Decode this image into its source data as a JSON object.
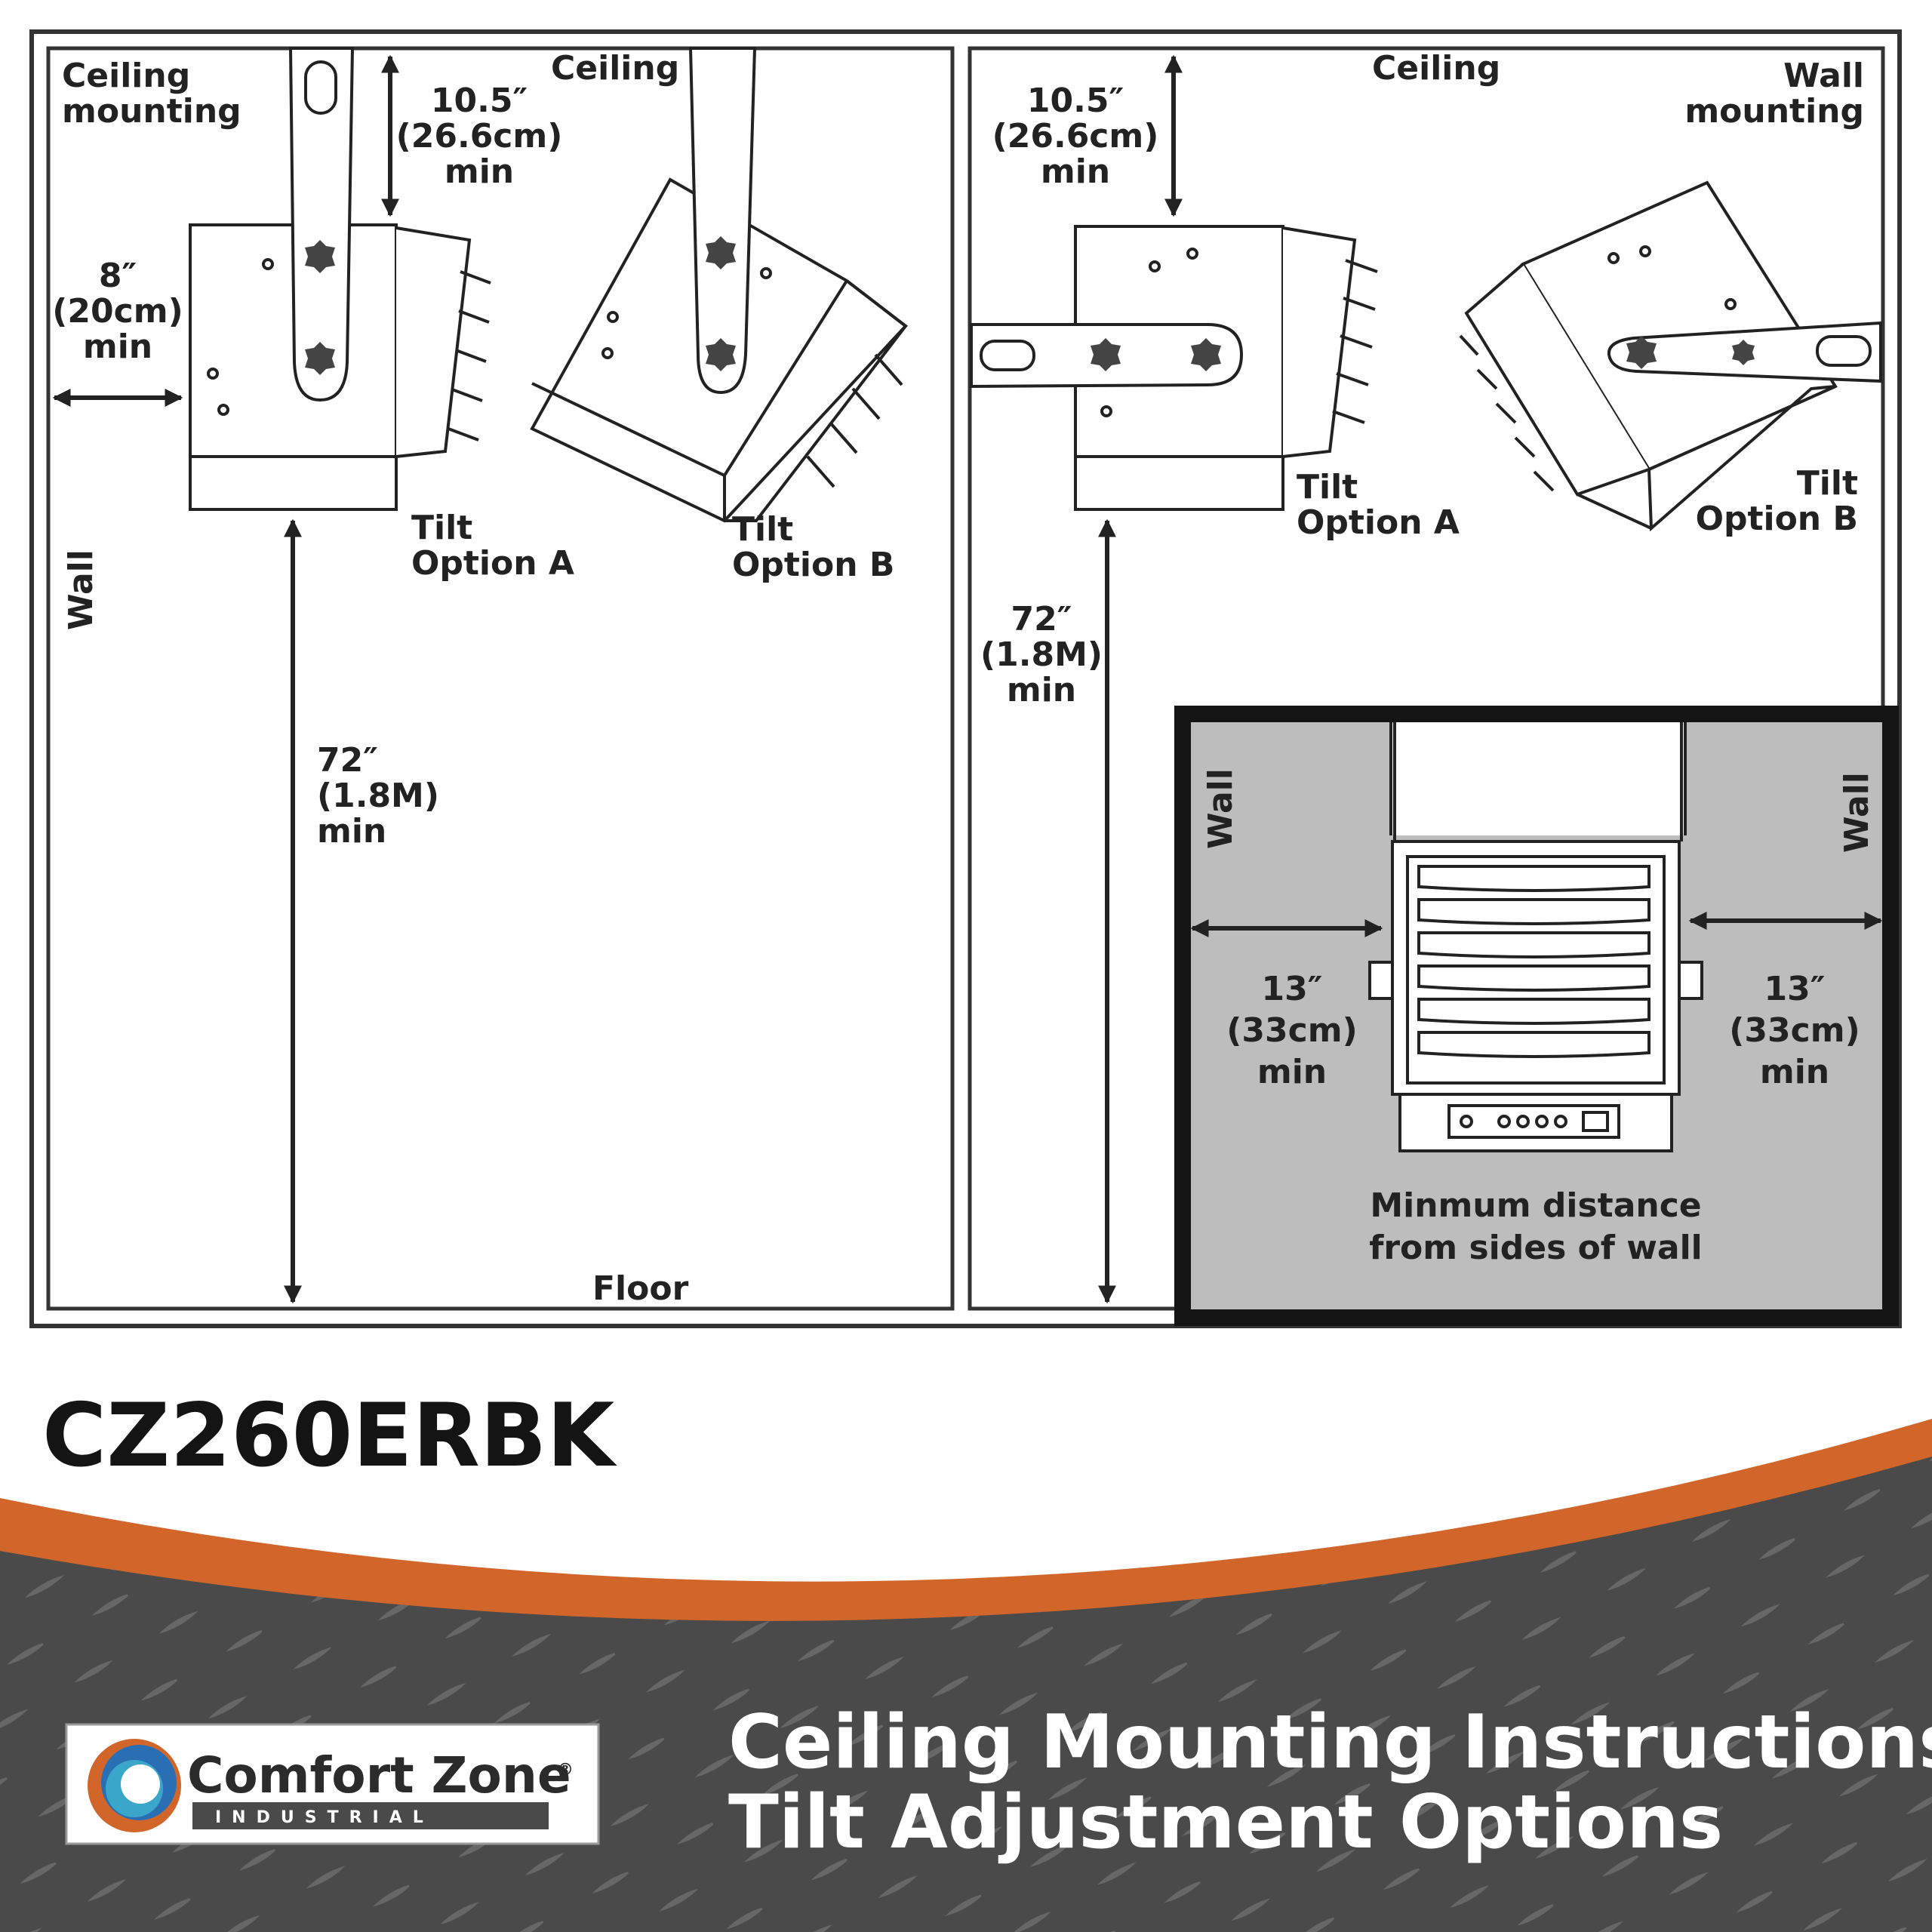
{
  "diagram": {
    "left_panel": {
      "corner_label": [
        "Ceiling",
        "mounting"
      ],
      "ceiling_label": "Ceiling",
      "wall_label": "Wall",
      "floor_label": "Floor",
      "top_clearance": [
        "10.5″",
        "(26.6cm)",
        "min"
      ],
      "wall_clearance": [
        "8″",
        "(20cm)",
        "min"
      ],
      "floor_clearance": [
        "72″",
        "(1.8M)",
        "min"
      ],
      "tilt_a": [
        "Tilt",
        "Option A"
      ],
      "tilt_b": [
        "Tilt",
        "Option B"
      ]
    },
    "right_panel": {
      "corner_label": [
        "Wall",
        "mounting"
      ],
      "ceiling_label": "Ceiling",
      "top_clearance": [
        "10.5″",
        "(26.6cm)",
        "min"
      ],
      "floor_clearance": [
        "72″",
        "(1.8M)",
        "min"
      ],
      "tilt_a": [
        "Tilt",
        "Option A"
      ],
      "tilt_b": [
        "Tilt",
        "Option B"
      ]
    },
    "side_inset": {
      "wall_left": "Wall",
      "wall_right": "Wall",
      "left_clearance": [
        "13″",
        "(33cm)",
        "min"
      ],
      "right_clearance": [
        "13″",
        "(33cm)",
        "min"
      ],
      "caption": [
        "Minmum distance",
        "from sides of wall"
      ]
    }
  },
  "model_number": "CZ260ERBK",
  "banner": {
    "line1": "Ceiling Mounting Instructions",
    "line2": "Tilt Adjustment Options"
  },
  "brand": {
    "name": "Comfort Zone",
    "registered_mark": "®",
    "subtitle": "INDUSTRIAL"
  },
  "colors": {
    "accent_orange": "#d2662a",
    "banner_gray": "#4a4a4a",
    "panel_gray": "#bdbdbd"
  }
}
